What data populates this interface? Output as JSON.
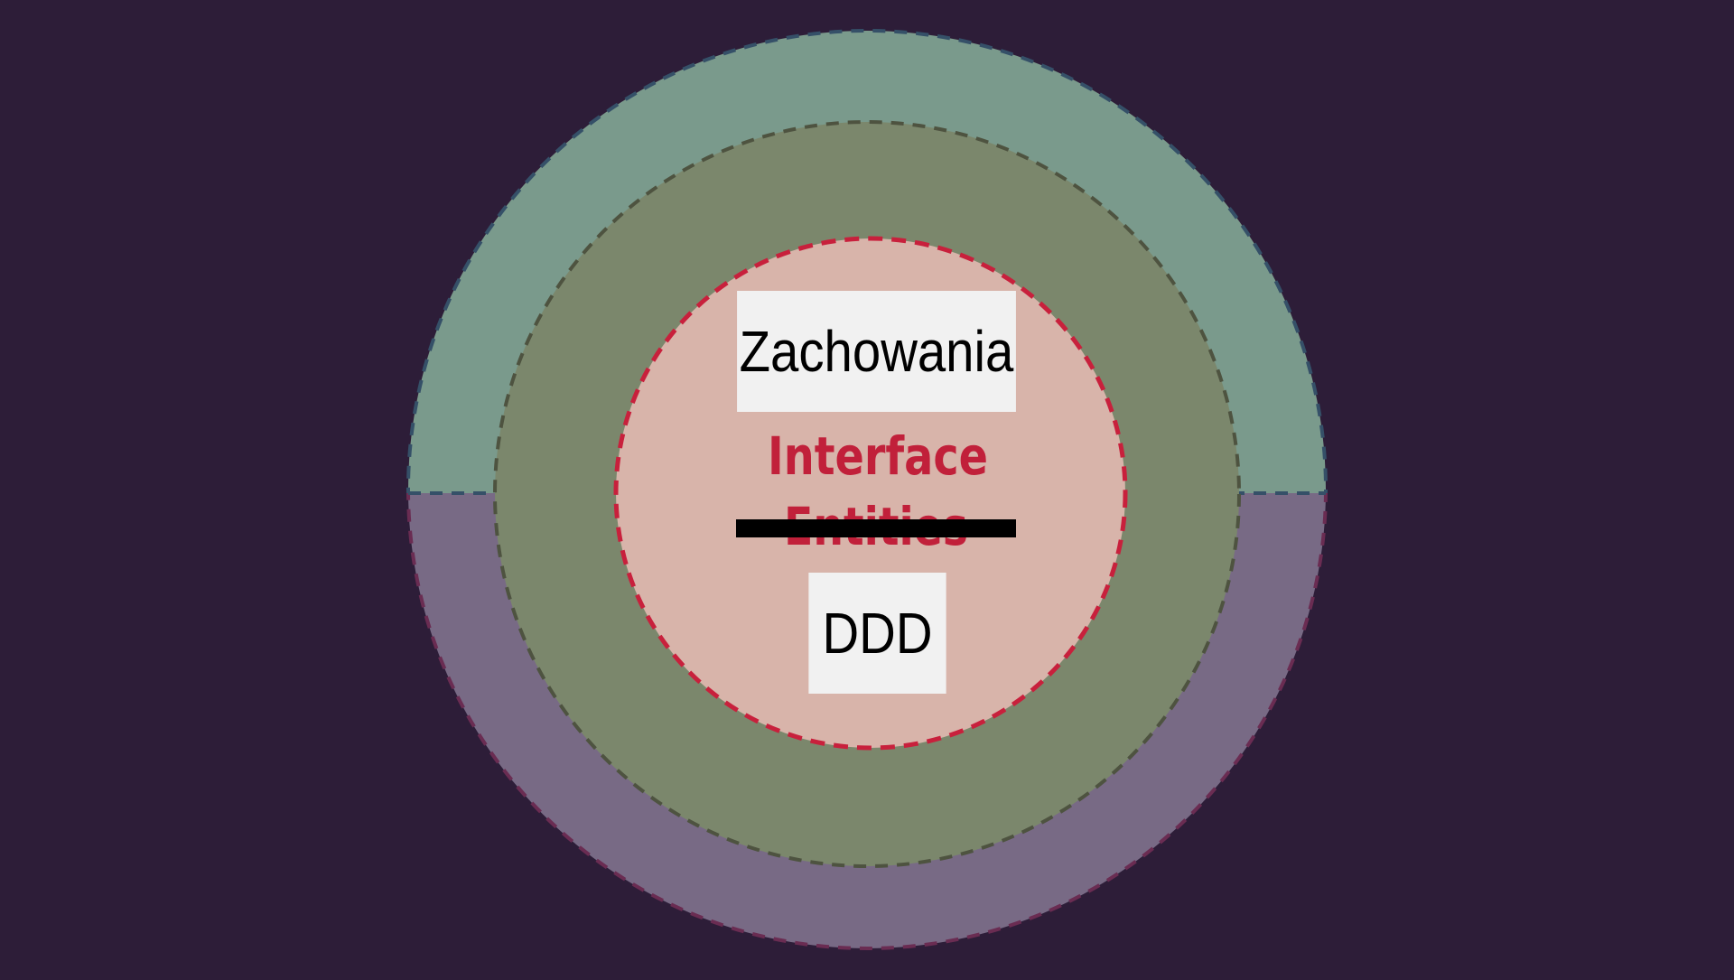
{
  "diagram": {
    "core_label": "Interface",
    "crossed_label": "Entities",
    "boxes": {
      "behaviors": "Zachowania",
      "ddd": "DDD"
    }
  },
  "colors": {
    "background": "#2d1d38",
    "outer_top_fill": "#7a9a8c",
    "outer_bottom_fill": "#786a85",
    "middle_fill": "#7b876c",
    "core_fill": "#d8b4aa",
    "core_text": "#c1203a",
    "core_border": "#c8203c",
    "strike": "#000000"
  }
}
